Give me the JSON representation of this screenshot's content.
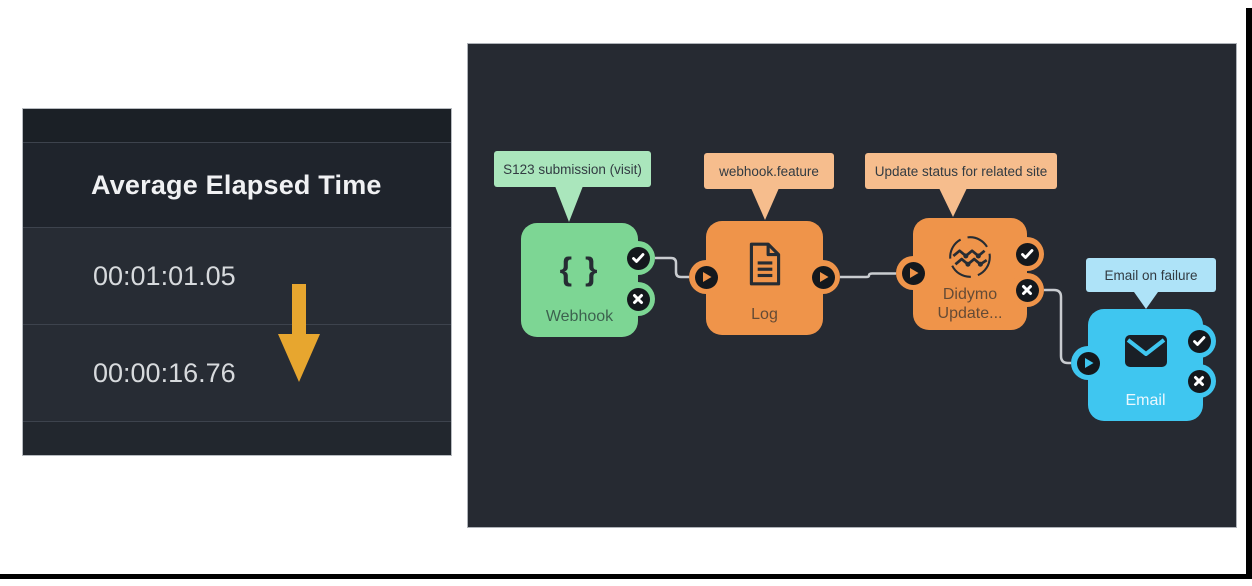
{
  "elapsed_table": {
    "header": "Average Elapsed Time",
    "rows": [
      "00:01:01.05",
      "00:00:16.76"
    ]
  },
  "annotation_arrow": {
    "description": "gold arrow pointing down at second time value",
    "color": "#e7a62f"
  },
  "workflow": {
    "nodes": [
      {
        "id": "webhook",
        "label": "Webhook",
        "tooltip": "S123 submission (visit)",
        "icon": "braces-icon",
        "icon_glyph": "{ }",
        "color": "#7dd694",
        "tooltip_bg": "#aae6bc",
        "ports": [
          "success",
          "failure"
        ]
      },
      {
        "id": "log",
        "label": "Log",
        "tooltip": "webhook.feature",
        "icon": "document-icon",
        "color": "#ef944a",
        "tooltip_bg": "#f6bd8d",
        "ports": [
          "input",
          "output"
        ]
      },
      {
        "id": "didymo",
        "label": "Didymo Update...",
        "tooltip": "Update status for related site",
        "icon": "didymo-waves-icon",
        "color": "#ef944a",
        "tooltip_bg": "#f6bd8d",
        "ports": [
          "input",
          "success",
          "failure"
        ]
      },
      {
        "id": "email",
        "label": "Email",
        "tooltip": "Email on failure",
        "icon": "envelope-icon",
        "color": "#3fc6f0",
        "tooltip_bg": "#aee3f8",
        "ports": [
          "input",
          "success",
          "failure"
        ]
      }
    ],
    "connections": [
      {
        "from": "webhook.success",
        "to": "log.input"
      },
      {
        "from": "log.output",
        "to": "didymo.input"
      },
      {
        "from": "didymo.failure",
        "to": "email.input"
      }
    ],
    "colors": {
      "canvas_bg": "#262a32",
      "wire": "#c9ccd0",
      "port_bg": "#14181d",
      "port_glyph": "#ffffff"
    }
  }
}
